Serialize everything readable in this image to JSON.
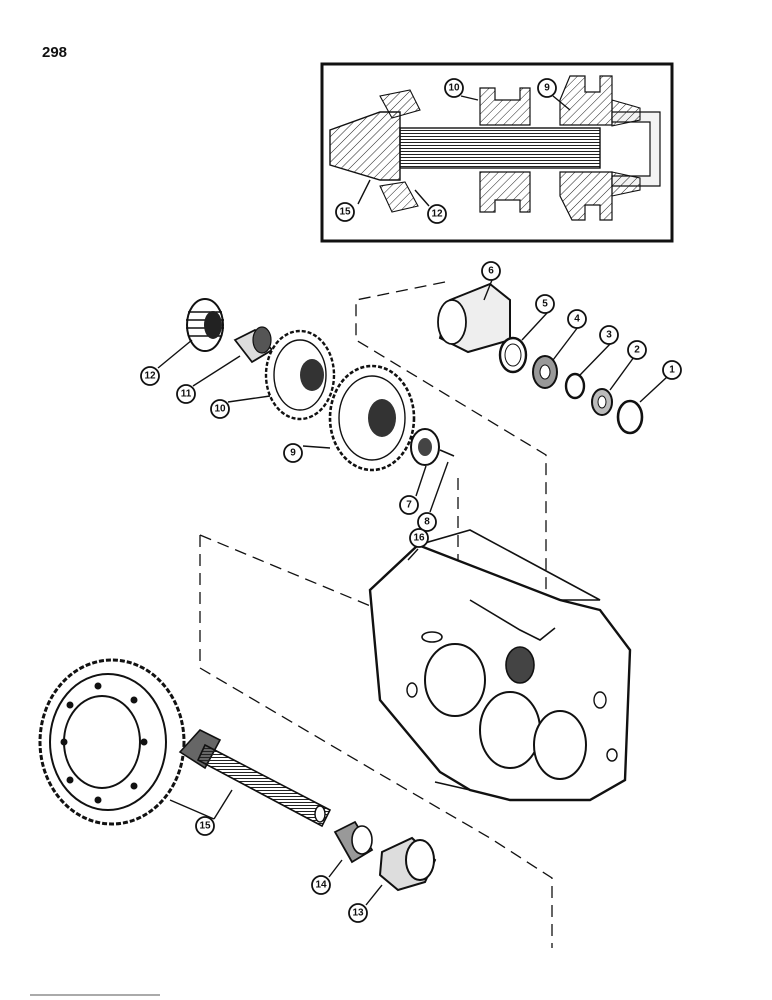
{
  "page_number": "298",
  "callouts": {
    "c1": "1",
    "c2": "2",
    "c3": "3",
    "c4": "4",
    "c5": "5",
    "c6": "6",
    "c7": "7",
    "c8": "8",
    "c9": "9",
    "c10": "10",
    "c11": "11",
    "c12": "12",
    "c13": "13",
    "c14": "14",
    "c15": "15",
    "c16": "16"
  },
  "inset": {
    "c9": "9",
    "c10": "10",
    "c12": "12",
    "c15": "15"
  }
}
